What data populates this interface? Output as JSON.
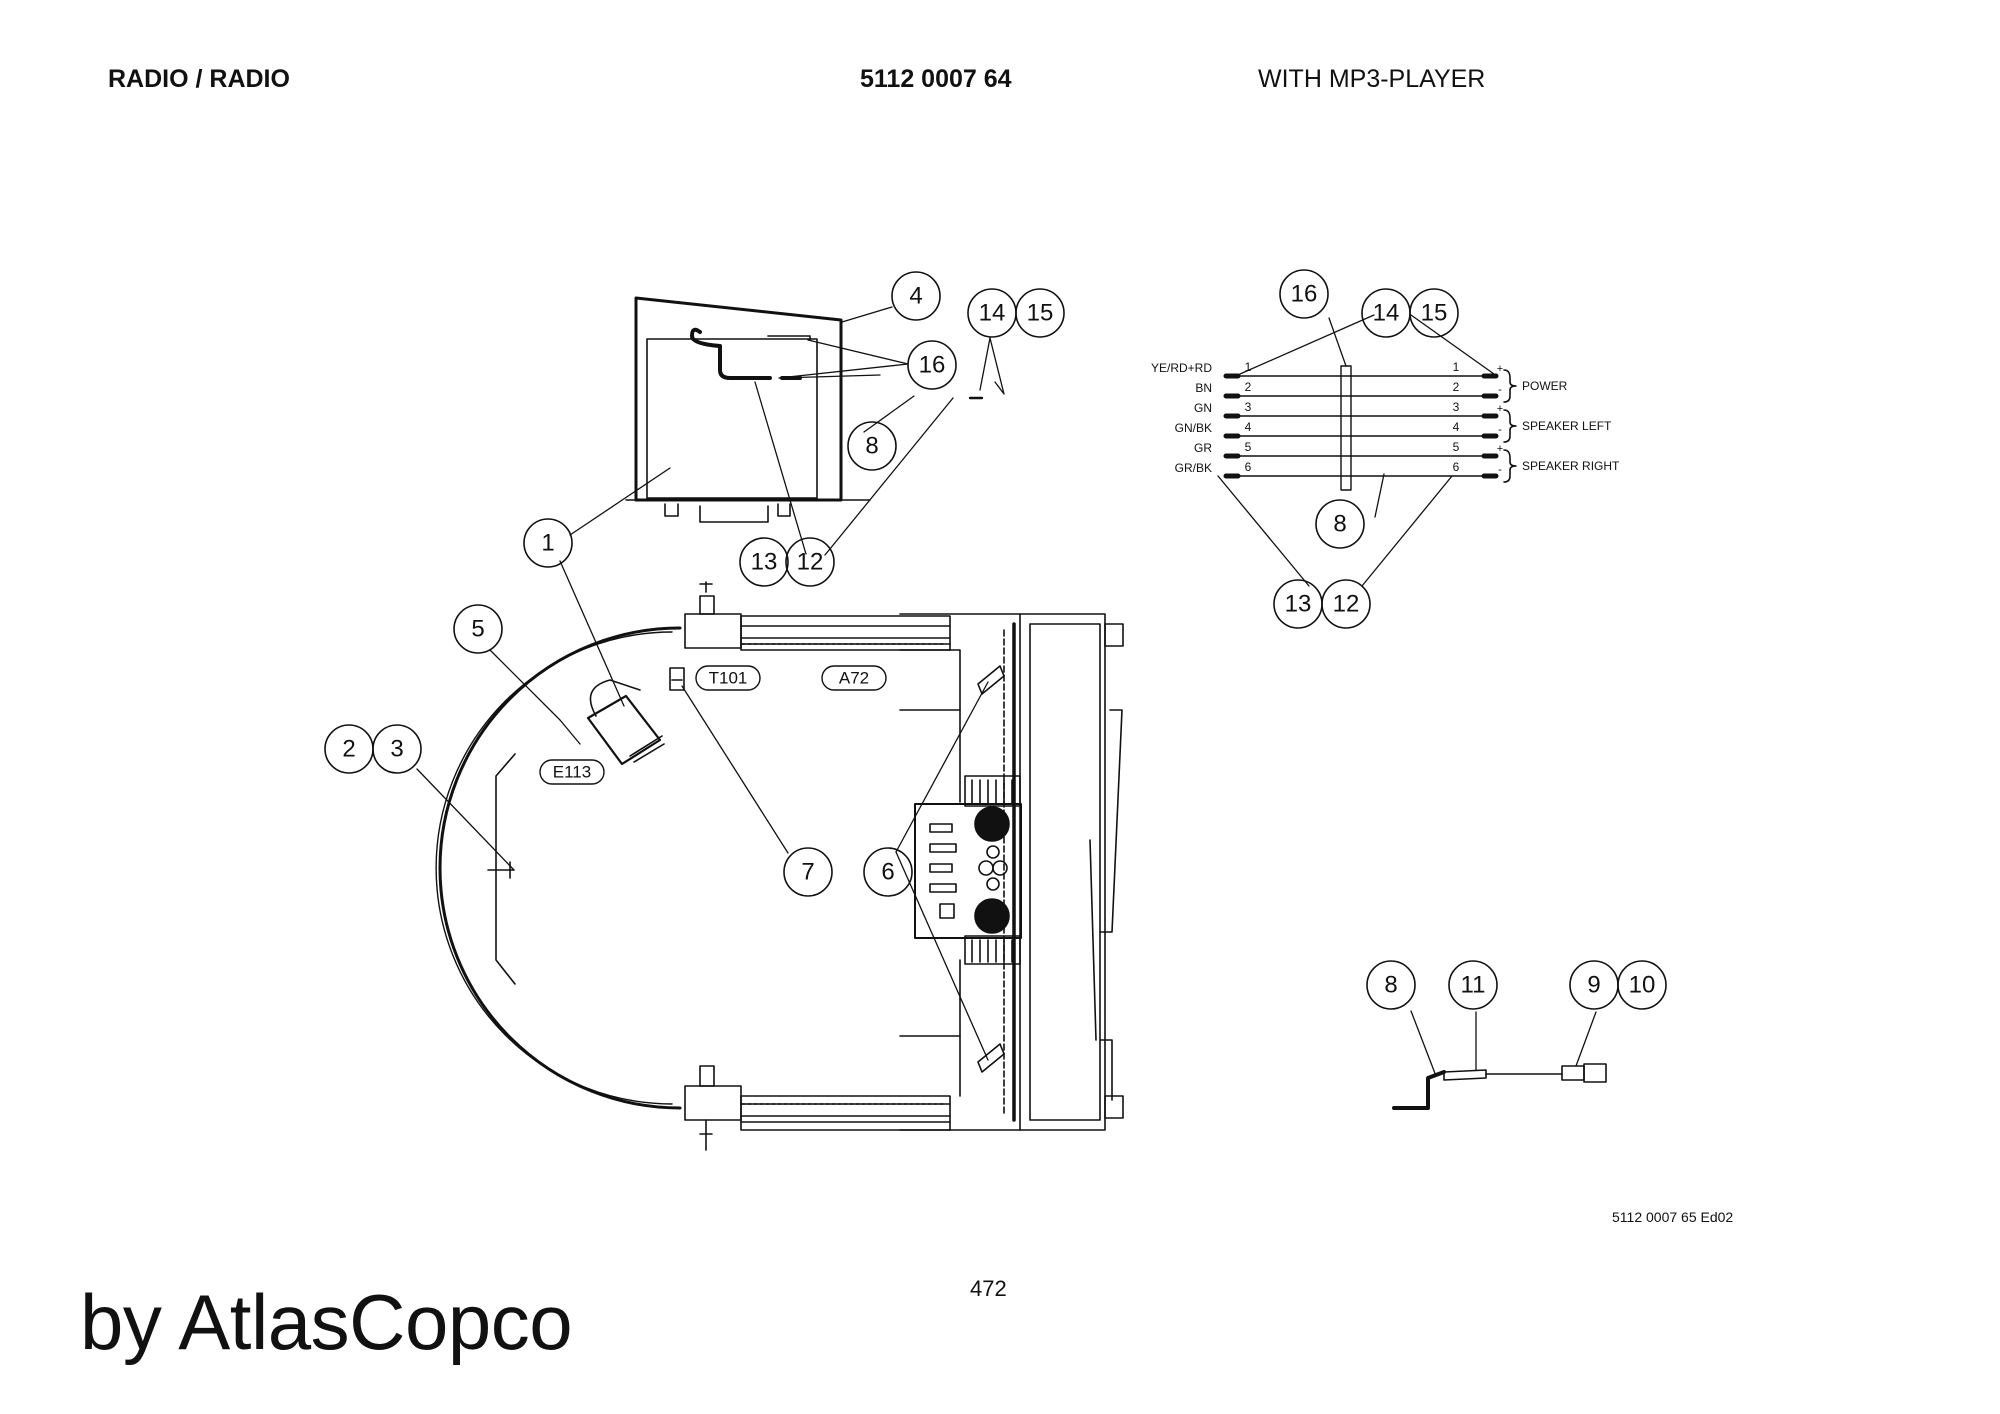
{
  "header": {
    "title_left": "RADIO / RADIO",
    "part_code": "5112 0007 64",
    "title_right": "WITH MP3-PLAYER"
  },
  "drawing_ref": "5112 0007 65 Ed02",
  "page_number": "472",
  "brand": "by AtlasCopco",
  "callouts": {
    "c1": "1",
    "c2": "2",
    "c3": "3",
    "c4": "4",
    "c5": "5",
    "c6": "6",
    "c7": "7",
    "c8a": "8",
    "c8b": "8",
    "c8c": "8",
    "c9": "9",
    "c10": "10",
    "c11": "11",
    "c12a": "12",
    "c12b": "12",
    "c13a": "13",
    "c13b": "13",
    "c14a": "14",
    "c14b": "14",
    "c15a": "15",
    "c15b": "15",
    "c16a": "16",
    "c16b": "16"
  },
  "component_labels": {
    "t101": "T101",
    "a72": "A72",
    "e113": "E113"
  },
  "wiring": {
    "wires": [
      {
        "color": "YE/RD+RD",
        "pin": "1",
        "polarity": "+"
      },
      {
        "color": "BN",
        "pin": "2",
        "polarity": "-"
      },
      {
        "color": "GN",
        "pin": "3",
        "polarity": "+"
      },
      {
        "color": "GN/BK",
        "pin": "4",
        "polarity": "-"
      },
      {
        "color": "GR",
        "pin": "5",
        "polarity": "+"
      },
      {
        "color": "GR/BK",
        "pin": "6",
        "polarity": "-"
      }
    ],
    "groups": {
      "power": "POWER",
      "speaker_left": "SPEAKER LEFT",
      "speaker_right": "SPEAKER RIGHT"
    }
  }
}
